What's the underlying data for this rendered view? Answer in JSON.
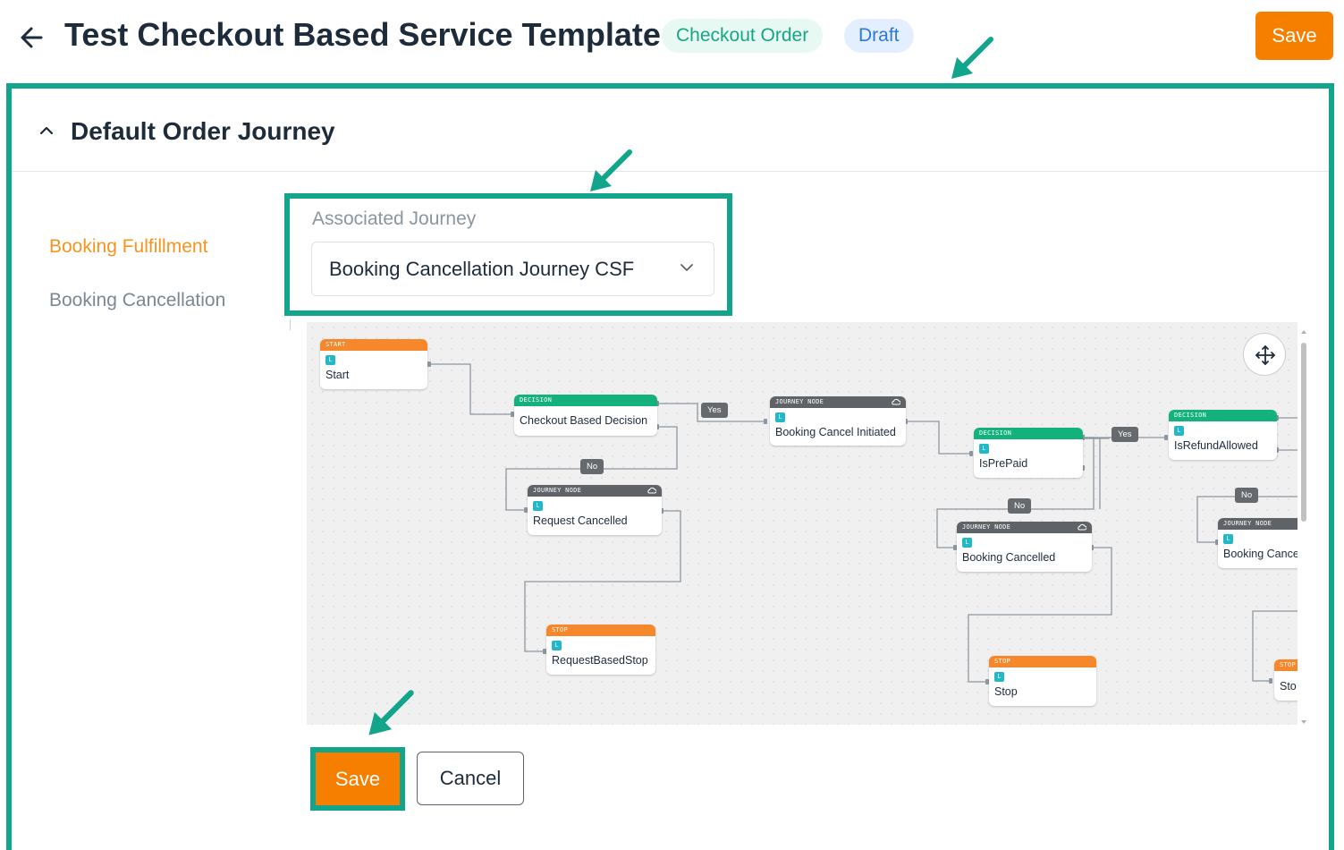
{
  "header": {
    "title": "Test Checkout Based Service Template",
    "badges": {
      "checkout": "Checkout Order",
      "status": "Draft"
    },
    "save_label": "Save"
  },
  "section": {
    "title": "Default Order Journey",
    "sidebar": [
      {
        "label": "Booking Fulfillment",
        "active": true
      },
      {
        "label": "Booking Cancellation",
        "active": false
      }
    ],
    "associated_journey": {
      "label": "Associated Journey",
      "value": "Booking Cancellation Journey CSF"
    },
    "actions": {
      "save_label": "Save",
      "cancel_label": "Cancel"
    }
  },
  "flow": {
    "nodes": [
      {
        "type": "START",
        "tag": "L",
        "label": "Start"
      },
      {
        "type": "DECISION",
        "tag": "L",
        "label": "Checkout Based Decision"
      },
      {
        "type": "JOURNEY NODE",
        "tag": "L",
        "label": "Booking Cancel Initiated"
      },
      {
        "type": "JOURNEY NODE",
        "tag": "L",
        "label": "Request Cancelled"
      },
      {
        "type": "STOP",
        "tag": "L",
        "label": "RequestBasedStop"
      },
      {
        "type": "DECISION",
        "tag": "L",
        "label": "IsPrePaid"
      },
      {
        "type": "JOURNEY NODE",
        "tag": "L",
        "label": "Booking Cancelled"
      },
      {
        "type": "STOP",
        "tag": "L",
        "label": "Stop"
      },
      {
        "type": "DECISION",
        "tag": "L",
        "label": "IsRefundAllowed"
      },
      {
        "type": "JOURNEY NODE",
        "tag": "L",
        "label": "Booking Cance"
      },
      {
        "type": "STOP",
        "tag": "L",
        "label": "Sto"
      }
    ],
    "edge_labels": [
      "Yes",
      "No",
      "No",
      "Yes",
      "No"
    ]
  },
  "colors": {
    "accent": "#f77f00",
    "highlight": "#13a58b",
    "decision": "#13b27c",
    "journey": "#5f6368",
    "start_stop": "#f7872b"
  },
  "icons": {
    "back": "arrow-left-icon",
    "collapse": "chevron-up-icon",
    "dropdown": "chevron-down-icon",
    "move": "move-icon",
    "journey_node": "cloud-icon"
  }
}
